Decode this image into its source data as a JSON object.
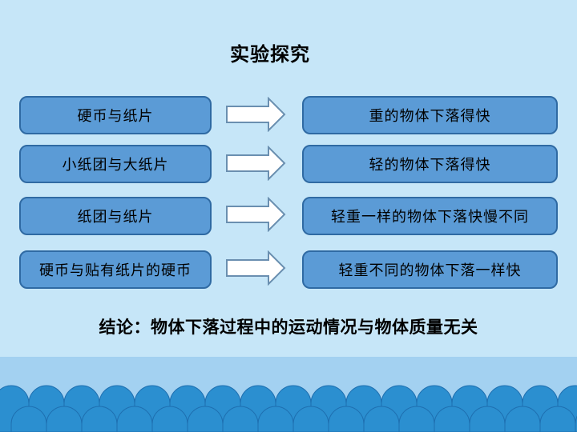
{
  "title": "实验探究",
  "rows": [
    {
      "left": "硬币与纸片",
      "right": "重的物体下落得快"
    },
    {
      "left": "小纸团与大纸片",
      "right": "轻的物体下落得快"
    },
    {
      "left": "纸团与纸片",
      "right": "轻重一样的物体下落快慢不同"
    },
    {
      "left": "硬币与贴有纸片的硬币",
      "right": "轻重不同的物体下落一样快"
    }
  ],
  "conclusion": "结论：物体下落过程中的运动情况与物体质量无关",
  "colors": {
    "background": "#c6e6f8",
    "box_fill": "#5b9bd6",
    "box_border": "#2f6aa3",
    "arrow_fill": "#ffffff",
    "arrow_stroke": "#6a8fb0",
    "band": "#a3d1f1",
    "scallop_fill": "#2b8fd0",
    "scallop_shadow": "#1e6fb0"
  },
  "icons": [
    "right-arrow-icon"
  ]
}
